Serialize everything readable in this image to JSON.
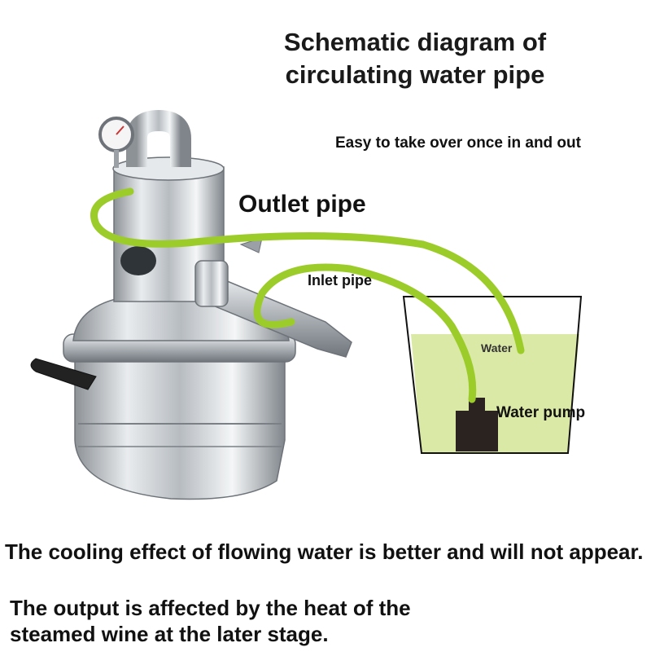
{
  "diagram": {
    "title": "Schematic diagram of circulating water pipe",
    "subtitle": "Easy to take over once in and out",
    "labels": {
      "outlet_pipe": "Outlet pipe",
      "inlet_pipe": "Inlet pipe",
      "water": "Water",
      "water_pump": "Water pump"
    },
    "notes": [
      "The cooling effect of flowing water is better and will not appear.",
      "The output is affected by the heat of the steamed wine at the later stage."
    ]
  },
  "colors": {
    "pipe": "#9ccc2a",
    "water_fill": "#dbe9a6",
    "pump": "#2b2320",
    "steel": "#c9cdd1"
  }
}
